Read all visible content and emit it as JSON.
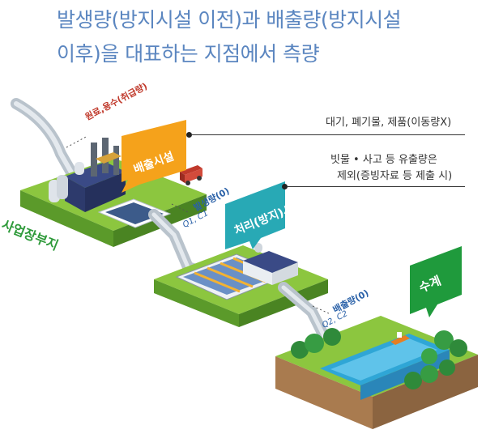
{
  "title": {
    "line1": "발생량(방지시설 이전)과 배출량(방지시설",
    "line2": "이후)을 대표하는 지점에서 측량"
  },
  "labels": {
    "raw_material": "원료,용수(취급량)",
    "emission_facility": "배출시설",
    "site": "사업장부지",
    "generation": "발생량(0)",
    "q1c1": "Q1, C1",
    "treatment": "처리(방지)시설",
    "discharge": "배출량(0)",
    "q2c2": "Q2, C2",
    "water_body": "수계"
  },
  "notes": {
    "top": "대기, 폐기물, 제품(이동량X)",
    "bottom_line1": "빗물 • 사고 등 유출량은",
    "bottom_line2": "제외(증빙자료 등 제출 시)"
  },
  "colors": {
    "title": "#5b86c0",
    "orange": "#f5a21b",
    "green": "#1f9a3c",
    "teal": "#28a9b5",
    "label_blue": "#2a61a8"
  }
}
